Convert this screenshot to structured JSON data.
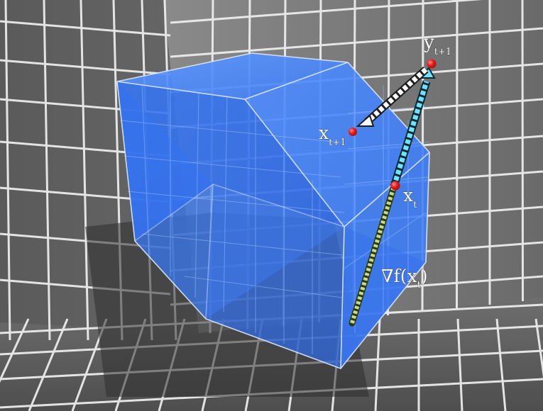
{
  "colors": {
    "backdrop": "#6a6a6a",
    "grid_line": "#f2f2f2",
    "polytope_fill": "#3b7cf5",
    "polytope_edge": "#d8e6ff",
    "point": "#e51b1b",
    "arrow_gradient": "#6fe3ff",
    "arrow_projection": "#ffffff",
    "arrow_negative_gradient": "#b7c77a"
  },
  "icons": {
    "point_marker": "red-dot-icon",
    "arrow_head": "arrow-head-icon"
  },
  "labels": {
    "y_next_main": "y",
    "y_next_sub": "t+1",
    "x_next_main": "x",
    "x_next_sub": "t+1",
    "x_t_main": "x",
    "x_t_sub": "t",
    "gradient_prefix": "∇f(x",
    "gradient_sub": "t",
    "gradient_suffix": ")"
  }
}
